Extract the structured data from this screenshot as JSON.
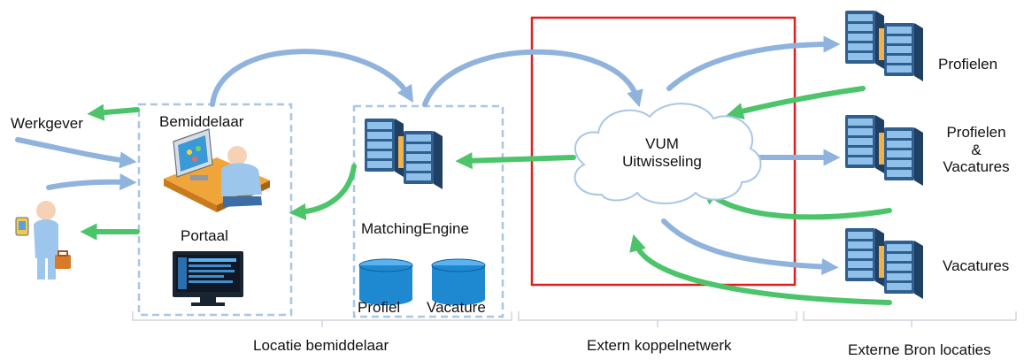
{
  "labels": {
    "werkgever": "Werkgever",
    "bemiddelaar": "Bemiddelaar",
    "portaal": "Portaal",
    "matching_engine": "MatchingEngine",
    "profiel": "Profiel",
    "vacature": "Vacature",
    "vum_line1": "VUM",
    "vum_line2": "Uitwisseling",
    "profielen": "Profielen",
    "profielen_vacatures_line1": "Profielen",
    "profielen_vacatures_line2": "&",
    "profielen_vacatures_line3": "Vacatures",
    "vacatures": "Vacatures"
  },
  "sections": {
    "locatie_bemiddelaar": "Locatie bemiddelaar",
    "extern_koppelnetwerk": "Extern koppelnetwerk",
    "externe_bron_locaties": "Externe Bron locaties"
  },
  "colors": {
    "outgoing_arrow": "#8fb3dd",
    "incoming_arrow": "#4cc46a",
    "highlight_box": "#e02020",
    "dashed_box": "#a9c6e6",
    "database": "#1e88d0",
    "server": "#3a6ea5"
  },
  "icons": [
    "server-rack-icon",
    "database-icon",
    "person-icon",
    "monitor-icon",
    "cloud-icon"
  ]
}
